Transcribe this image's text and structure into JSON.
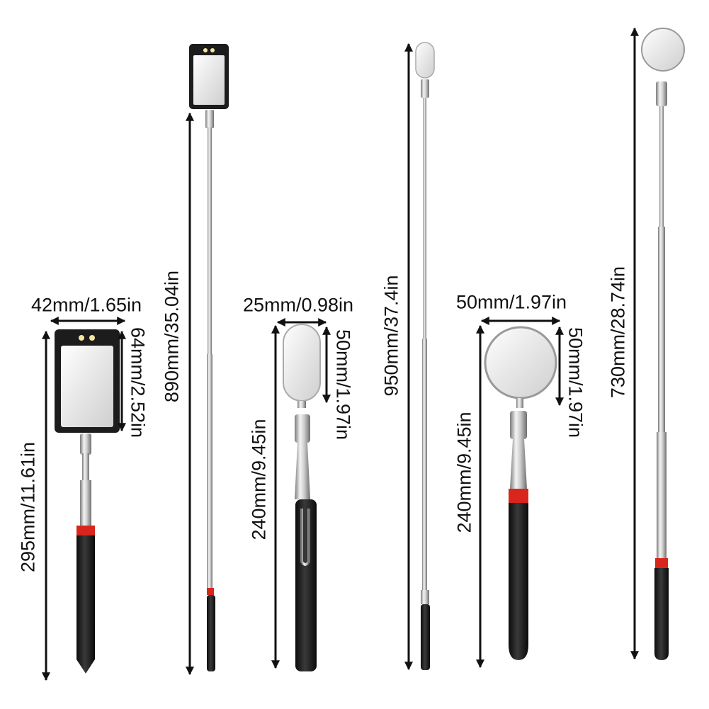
{
  "colors": {
    "arrow": "#111111",
    "handle": "#1a1a1a",
    "ring_red": "#d8261d",
    "chrome_light": "#f2f2f2",
    "chrome_dark": "#8c8c8c",
    "mirror": "#eeeeee",
    "frame": "#1c1c1c"
  },
  "products": [
    {
      "type": "led-rectangular-mirror-short",
      "dimensions": {
        "width": "42mm/1.65in",
        "height": "64mm/2.52in",
        "length": "295mm/11.61in"
      }
    },
    {
      "type": "led-rectangular-mirror-long",
      "dimensions": {
        "length": "890mm/35.04in"
      }
    },
    {
      "type": "oval-mirror-short",
      "dimensions": {
        "width": "25mm/0.98in",
        "height": "50mm/1.97in",
        "length": "240mm/9.45in"
      }
    },
    {
      "type": "oval-mirror-long",
      "dimensions": {
        "length": "950mm/37.4in"
      }
    },
    {
      "type": "round-mirror-short",
      "dimensions": {
        "width": "50mm/1.97in",
        "height": "50mm/1.97in",
        "length": "240mm/9.45in"
      }
    },
    {
      "type": "round-mirror-long",
      "dimensions": {
        "length": "730mm/28.74in"
      }
    }
  ]
}
